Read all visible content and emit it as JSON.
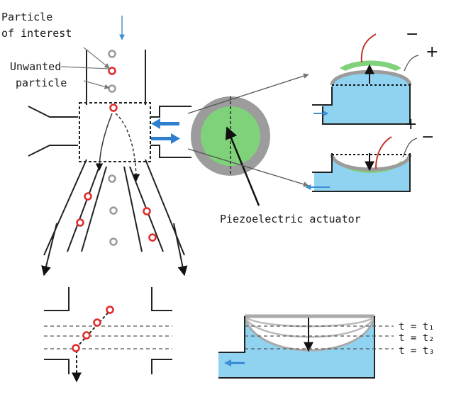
{
  "labels": {
    "particle_of_interest_line1": "Particle",
    "particle_of_interest_line2": "of interest",
    "unwanted_line1": "Unwanted",
    "unwanted_line2": "particle",
    "piezo": "Piezoelectric actuator",
    "minus": "−",
    "plus": "+",
    "t1": "t = t₁",
    "t2": "t = t₂",
    "t3": "t = t₃"
  },
  "colors": {
    "particle_ring": "#e02a2a",
    "unwanted_ring": "#9a9a9a",
    "flow_arrow": "#3a8fd6",
    "liquid": "#8fd3f0",
    "membrane_green": "#7fd27a",
    "actuator_ring": "#9c9c9c",
    "wire": "#c0392b"
  }
}
